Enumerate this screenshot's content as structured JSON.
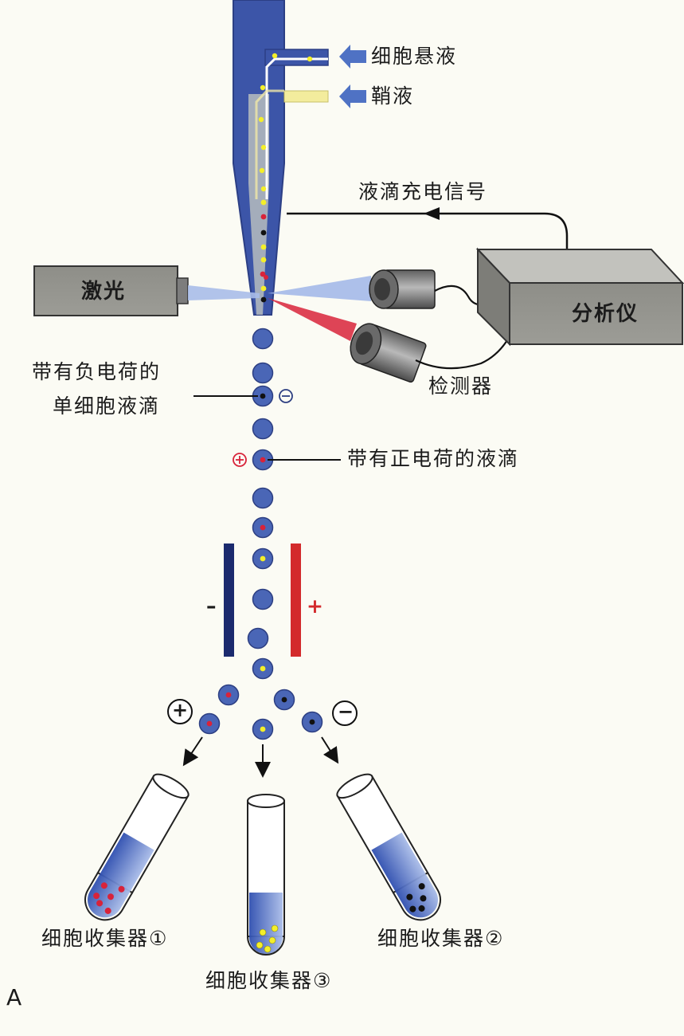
{
  "labels": {
    "cell_suspension": "细胞悬液",
    "sheath_fluid": "鞘液",
    "droplet_charge_signal": "液滴充电信号",
    "laser": "激光",
    "analyzer": "分析仪",
    "detector": "检测器",
    "neg_droplet_line1": "带有负电荷的",
    "neg_droplet_line2": "单细胞液滴",
    "pos_droplet": "带有正电荷的液滴",
    "plate_minus": "–",
    "plate_plus": "+",
    "sign_plus": "+",
    "sign_minus": "−",
    "collector_1": "细胞收集器①",
    "collector_2": "细胞收集器②",
    "collector_3": "细胞收集器③",
    "panel": "A"
  },
  "colors": {
    "nozzle": "#3c55a8",
    "sheath_yellow": "#f3ec9d",
    "droplet": "#4a66b6",
    "cell_red": "#d8233a",
    "cell_yellow": "#f4ef2a",
    "cell_black": "#111111",
    "plate_negative": "#1b2a6e",
    "plate_positive": "#d32a2c",
    "arrow_blue": "#4f72c4",
    "device_gray": "#8f8f8f"
  }
}
